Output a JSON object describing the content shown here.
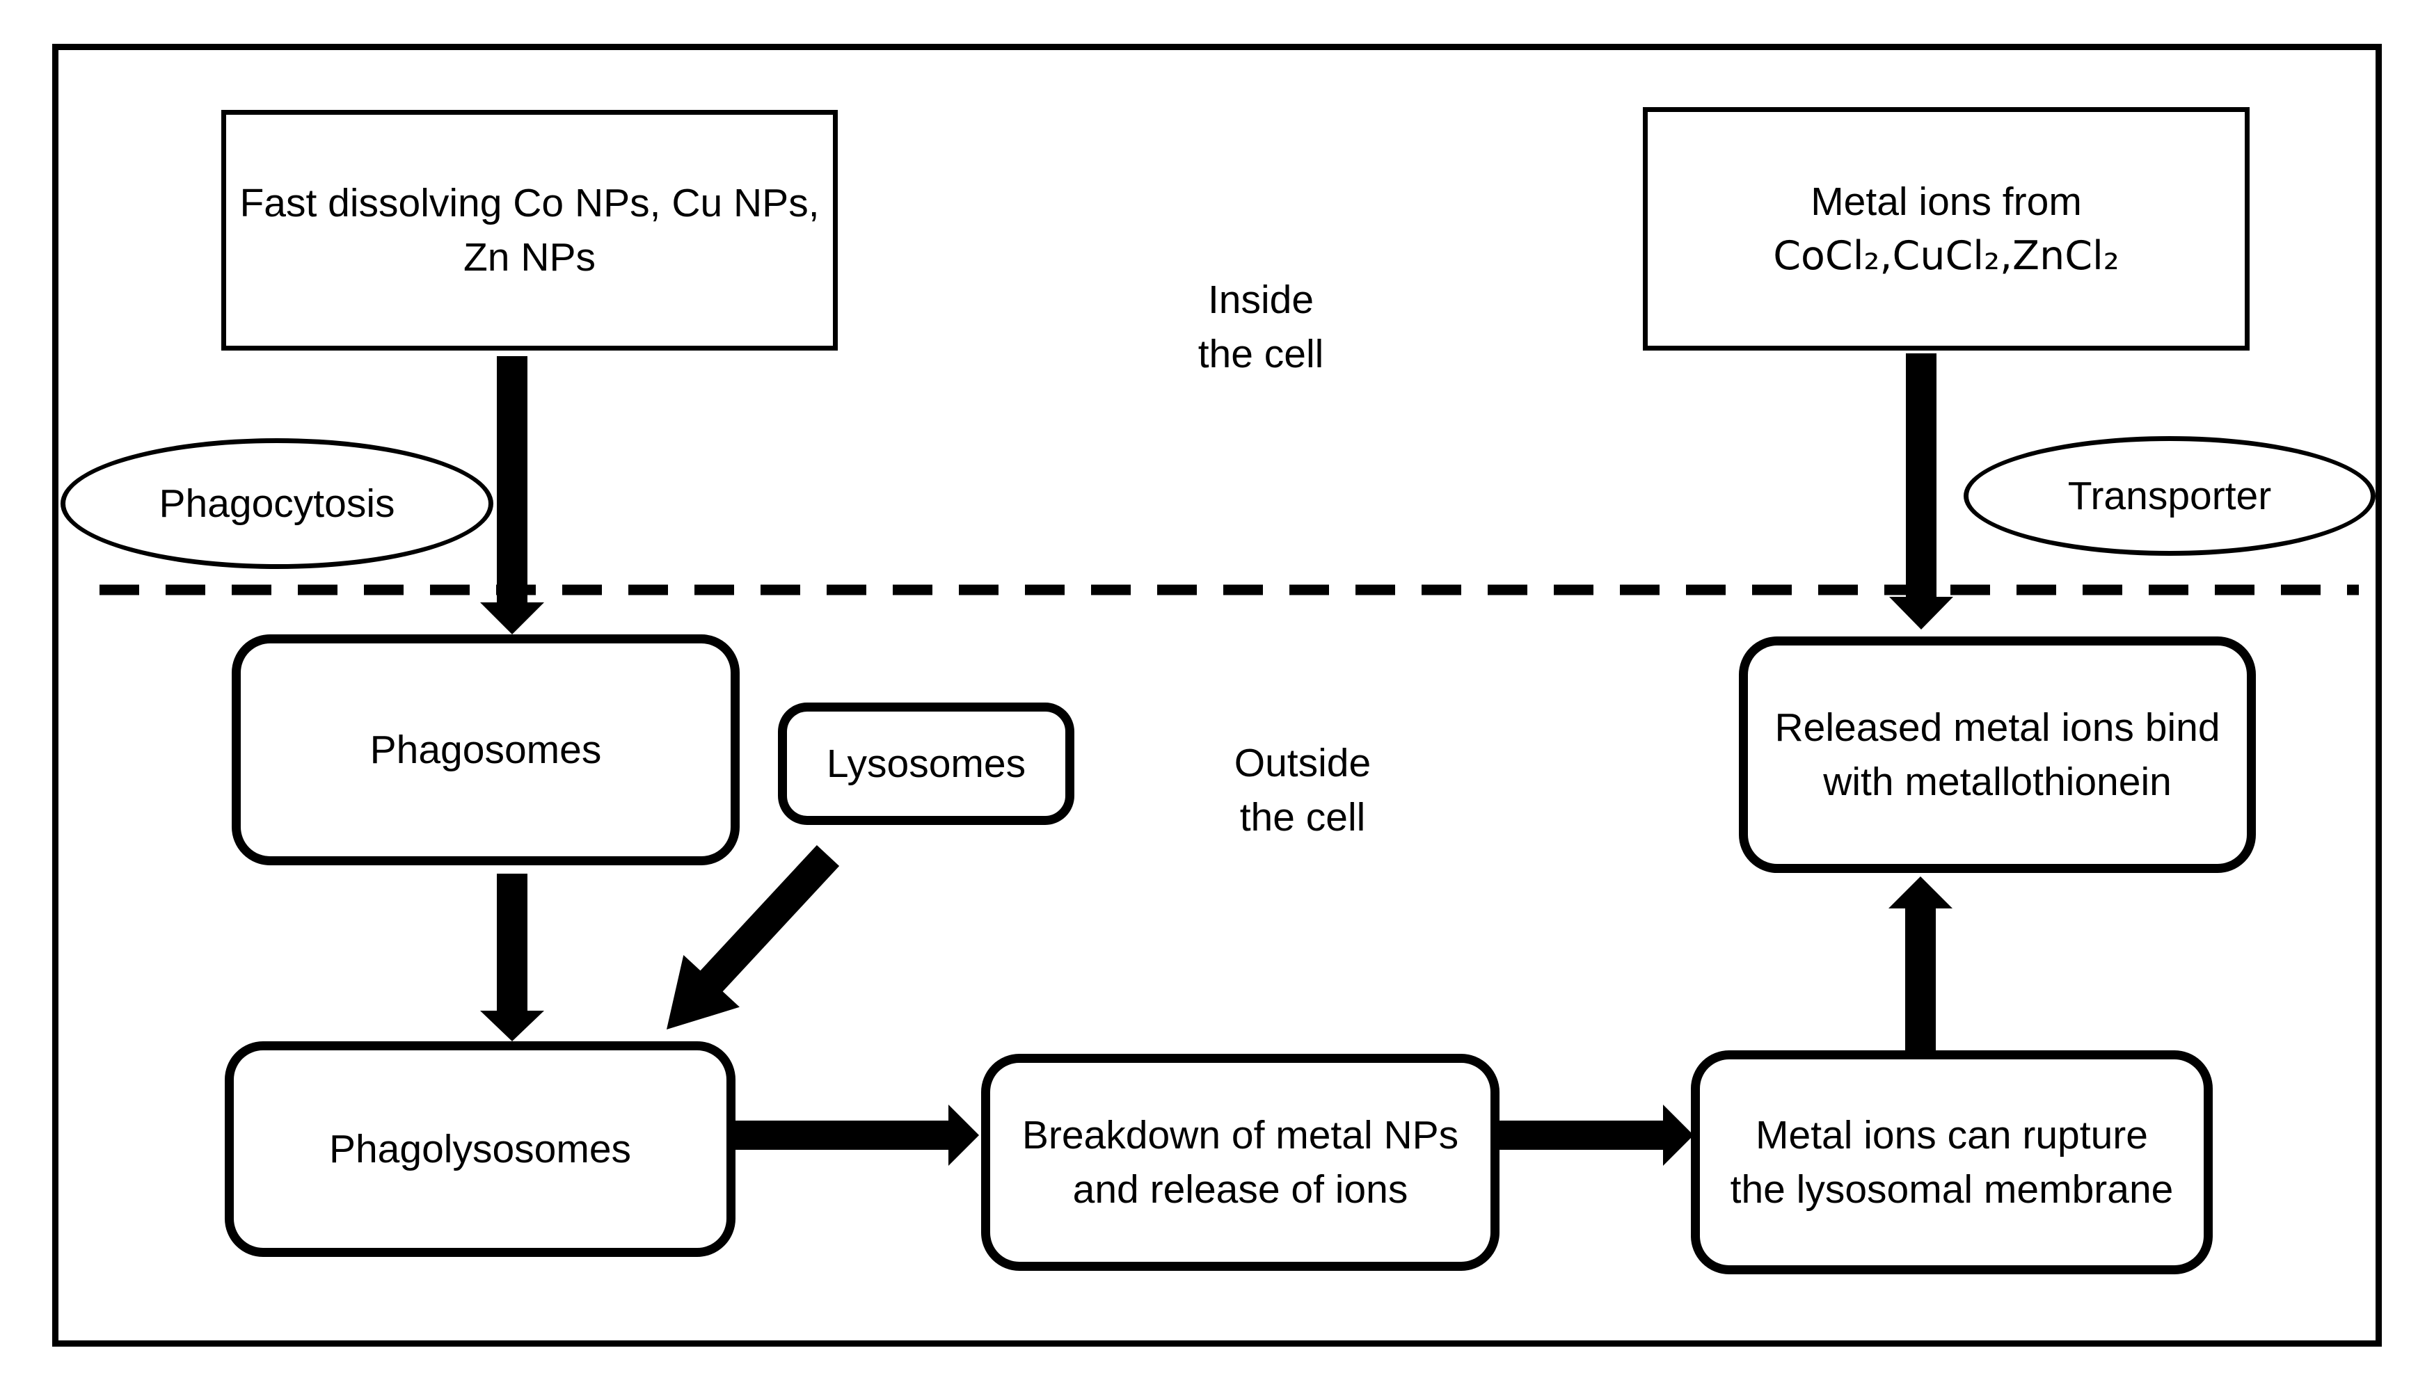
{
  "labels": {
    "inside": {
      "line1": "Inside",
      "line2": "the cell"
    },
    "outside": {
      "line1": "Outside",
      "line2": "the cell"
    }
  },
  "nodes": {
    "fast_nps": {
      "line1": "Fast dissolving Co NPs, Cu NPs,",
      "line2": "Zn NPs"
    },
    "metal_salts": {
      "line1": "Metal ions from",
      "line2": "CoCl₂,CuCl₂,ZnCl₂"
    },
    "phagocytosis": {
      "label": "Phagocytosis"
    },
    "transporter": {
      "label": "Transporter"
    },
    "phagosomes": {
      "label": "Phagosomes"
    },
    "lysosomes": {
      "label": "Lysosomes"
    },
    "released_ions": {
      "line1": "Released metal ions bind",
      "line2": "with metallothionein"
    },
    "phagolysosomes": {
      "label": "Phagolysosomes"
    },
    "breakdown": {
      "line1": "Breakdown of metal NPs",
      "line2": "and release of ions"
    },
    "rupture": {
      "line1": "Metal ions can rupture",
      "line2": "the lysosomal membrane"
    }
  },
  "edges": [
    {
      "from": "fast_nps",
      "to": "phagosomes",
      "via": "phagocytosis",
      "direction": "down"
    },
    {
      "from": "metal_salts",
      "to": "released_ions",
      "via": "transporter",
      "direction": "down"
    },
    {
      "from": "phagosomes",
      "to": "phagolysosomes",
      "direction": "down"
    },
    {
      "from": "lysosomes",
      "to": "phagolysosomes",
      "direction": "down-left"
    },
    {
      "from": "phagolysosomes",
      "to": "breakdown",
      "direction": "right"
    },
    {
      "from": "breakdown",
      "to": "rupture",
      "direction": "right"
    },
    {
      "from": "rupture",
      "to": "released_ions",
      "direction": "up"
    }
  ],
  "membrane": {
    "style": "dashed"
  },
  "colors": {
    "ink": "#000000",
    "background": "#ffffff"
  }
}
